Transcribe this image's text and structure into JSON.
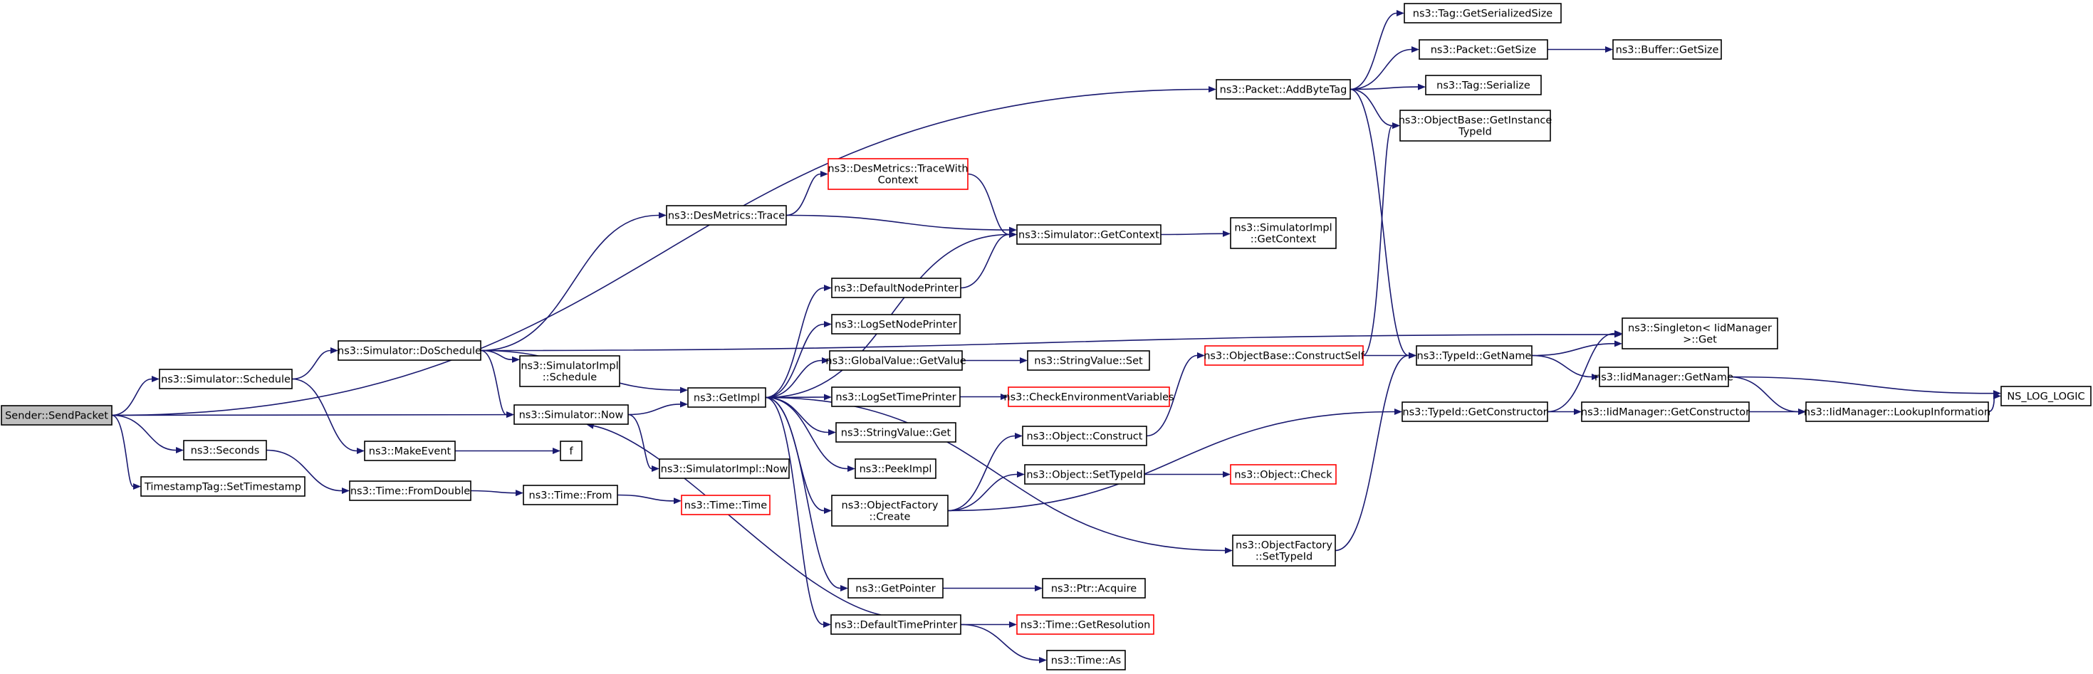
{
  "graph": {
    "nodes": [
      {
        "id": "send_packet",
        "lines": [
          "Sender::SendPacket"
        ],
        "style": "root"
      },
      {
        "id": "sim_schedule",
        "lines": [
          "ns3::Simulator::Schedule"
        ],
        "style": "normal"
      },
      {
        "id": "seconds",
        "lines": [
          "ns3::Seconds"
        ],
        "style": "normal"
      },
      {
        "id": "set_timestamp",
        "lines": [
          "TimestampTag::SetTimestamp"
        ],
        "style": "normal"
      },
      {
        "id": "do_schedule",
        "lines": [
          "ns3::Simulator::DoSchedule"
        ],
        "style": "normal"
      },
      {
        "id": "make_event",
        "lines": [
          "ns3::MakeEvent"
        ],
        "style": "normal"
      },
      {
        "id": "time_fromdouble",
        "lines": [
          "ns3::Time::FromDouble"
        ],
        "style": "normal"
      },
      {
        "id": "desmetrics_trace",
        "lines": [
          "ns3::DesMetrics::Trace"
        ],
        "style": "normal"
      },
      {
        "id": "simimpl_schedule",
        "lines": [
          "ns3::SimulatorImpl",
          "::Schedule"
        ],
        "style": "normal"
      },
      {
        "id": "sim_now",
        "lines": [
          "ns3::Simulator::Now"
        ],
        "style": "normal"
      },
      {
        "id": "f",
        "lines": [
          "f"
        ],
        "style": "normal"
      },
      {
        "id": "simimpl_now",
        "lines": [
          "ns3::SimulatorImpl::Now"
        ],
        "style": "normal"
      },
      {
        "id": "time_from",
        "lines": [
          "ns3::Time::From"
        ],
        "style": "normal"
      },
      {
        "id": "time_time",
        "lines": [
          "ns3::Time::Time"
        ],
        "style": "red"
      },
      {
        "id": "getimpl",
        "lines": [
          "ns3::GetImpl"
        ],
        "style": "normal"
      },
      {
        "id": "tracewithcontext",
        "lines": [
          "ns3::DesMetrics::TraceWith",
          "Context"
        ],
        "style": "red"
      },
      {
        "id": "sim_getcontext",
        "lines": [
          "ns3::Simulator::GetContext"
        ],
        "style": "normal"
      },
      {
        "id": "default_node_printer",
        "lines": [
          "ns3::DefaultNodePrinter"
        ],
        "style": "normal"
      },
      {
        "id": "log_set_node_printer",
        "lines": [
          "ns3::LogSetNodePrinter"
        ],
        "style": "normal"
      },
      {
        "id": "globalvalue_getvalue",
        "lines": [
          "ns3::GlobalValue::GetValue"
        ],
        "style": "normal"
      },
      {
        "id": "log_set_time_printer",
        "lines": [
          "ns3::LogSetTimePrinter"
        ],
        "style": "normal"
      },
      {
        "id": "stringvalue_get",
        "lines": [
          "ns3::StringValue::Get"
        ],
        "style": "normal"
      },
      {
        "id": "peekimpl",
        "lines": [
          "ns3::PeekImpl"
        ],
        "style": "normal"
      },
      {
        "id": "objfactory_create",
        "lines": [
          "ns3::ObjectFactory",
          "::Create"
        ],
        "style": "normal"
      },
      {
        "id": "getpointer",
        "lines": [
          "ns3::GetPointer"
        ],
        "style": "normal"
      },
      {
        "id": "default_time_printer",
        "lines": [
          "ns3::DefaultTimePrinter"
        ],
        "style": "normal"
      },
      {
        "id": "simimpl_getcontext",
        "lines": [
          "ns3::SimulatorImpl",
          "::GetContext"
        ],
        "style": "normal"
      },
      {
        "id": "stringvalue_set",
        "lines": [
          "ns3::StringValue::Set"
        ],
        "style": "normal"
      },
      {
        "id": "check_env_vars",
        "lines": [
          "ns3::CheckEnvironmentVariables"
        ],
        "style": "red"
      },
      {
        "id": "object_construct",
        "lines": [
          "ns3::Object::Construct"
        ],
        "style": "normal"
      },
      {
        "id": "object_settypeid",
        "lines": [
          "ns3::Object::SetTypeId"
        ],
        "style": "normal"
      },
      {
        "id": "object_check",
        "lines": [
          "ns3::Object::Check"
        ],
        "style": "red"
      },
      {
        "id": "objfactory_settypeid",
        "lines": [
          "ns3::ObjectFactory",
          "::SetTypeId"
        ],
        "style": "normal"
      },
      {
        "id": "ptr_acquire",
        "lines": [
          "ns3::Ptr::Acquire"
        ],
        "style": "normal"
      },
      {
        "id": "time_getresolution",
        "lines": [
          "ns3::Time::GetResolution"
        ],
        "style": "red"
      },
      {
        "id": "time_as",
        "lines": [
          "ns3::Time::As"
        ],
        "style": "normal"
      },
      {
        "id": "packet_addbytetag",
        "lines": [
          "ns3::Packet::AddByteTag"
        ],
        "style": "normal"
      },
      {
        "id": "tag_getserializedsize",
        "lines": [
          "ns3::Tag::GetSerializedSize"
        ],
        "style": "normal"
      },
      {
        "id": "packet_getsize",
        "lines": [
          "ns3::Packet::GetSize"
        ],
        "style": "normal"
      },
      {
        "id": "buffer_getsize",
        "lines": [
          "ns3::Buffer::GetSize"
        ],
        "style": "normal"
      },
      {
        "id": "tag_serialize",
        "lines": [
          "ns3::Tag::Serialize"
        ],
        "style": "normal"
      },
      {
        "id": "objbase_getinstancetypeid",
        "lines": [
          "ns3::ObjectBase::GetInstance",
          "TypeId"
        ],
        "style": "normal"
      },
      {
        "id": "objbase_constructself",
        "lines": [
          "ns3::ObjectBase::ConstructSelf"
        ],
        "style": "red"
      },
      {
        "id": "typeid_getname",
        "lines": [
          "ns3::TypeId::GetName"
        ],
        "style": "normal"
      },
      {
        "id": "typeid_getconstructor",
        "lines": [
          "ns3::TypeId::GetConstructor"
        ],
        "style": "normal"
      },
      {
        "id": "singleton_get",
        "lines": [
          "ns3::Singleton< IidManager",
          ">::Get"
        ],
        "style": "normal"
      },
      {
        "id": "iidmanager_getname",
        "lines": [
          "ns3::IidManager::GetName"
        ],
        "style": "normal"
      },
      {
        "id": "iidmanager_getconstructor",
        "lines": [
          "ns3::IidManager::GetConstructor"
        ],
        "style": "normal"
      },
      {
        "id": "iidmanager_lookupinformation",
        "lines": [
          "ns3::IidManager::LookupInformation"
        ],
        "style": "normal"
      },
      {
        "id": "ns_log_logic",
        "lines": [
          "NS_LOG_LOGIC"
        ],
        "style": "normal"
      }
    ],
    "edges": [
      [
        "send_packet",
        "sim_schedule"
      ],
      [
        "send_packet",
        "sim_now"
      ],
      [
        "send_packet",
        "seconds"
      ],
      [
        "send_packet",
        "set_timestamp"
      ],
      [
        "send_packet",
        "packet_addbytetag"
      ],
      [
        "sim_schedule",
        "do_schedule"
      ],
      [
        "sim_schedule",
        "make_event"
      ],
      [
        "seconds",
        "time_fromdouble"
      ],
      [
        "do_schedule",
        "desmetrics_trace"
      ],
      [
        "do_schedule",
        "simimpl_schedule"
      ],
      [
        "do_schedule",
        "sim_now"
      ],
      [
        "do_schedule",
        "getimpl"
      ],
      [
        "do_schedule",
        "singleton_get"
      ],
      [
        "make_event",
        "f"
      ],
      [
        "time_fromdouble",
        "time_from"
      ],
      [
        "time_from",
        "time_time"
      ],
      [
        "desmetrics_trace",
        "tracewithcontext"
      ],
      [
        "desmetrics_trace",
        "sim_getcontext"
      ],
      [
        "tracewithcontext",
        "sim_getcontext"
      ],
      [
        "sim_now",
        "getimpl"
      ],
      [
        "sim_now",
        "simimpl_now"
      ],
      [
        "getimpl",
        "sim_getcontext"
      ],
      [
        "getimpl",
        "default_node_printer"
      ],
      [
        "getimpl",
        "log_set_node_printer"
      ],
      [
        "getimpl",
        "globalvalue_getvalue"
      ],
      [
        "getimpl",
        "log_set_time_printer"
      ],
      [
        "getimpl",
        "stringvalue_get"
      ],
      [
        "getimpl",
        "peekimpl"
      ],
      [
        "getimpl",
        "objfactory_create"
      ],
      [
        "getimpl",
        "objfactory_settypeid"
      ],
      [
        "getimpl",
        "getpointer"
      ],
      [
        "getimpl",
        "default_time_printer"
      ],
      [
        "default_node_printer",
        "sim_getcontext"
      ],
      [
        "sim_getcontext",
        "simimpl_getcontext"
      ],
      [
        "globalvalue_getvalue",
        "stringvalue_set"
      ],
      [
        "log_set_time_printer",
        "check_env_vars"
      ],
      [
        "objfactory_create",
        "object_construct"
      ],
      [
        "objfactory_create",
        "object_settypeid"
      ],
      [
        "objfactory_create",
        "typeid_getconstructor"
      ],
      [
        "object_construct",
        "objbase_constructself"
      ],
      [
        "object_settypeid",
        "object_check"
      ],
      [
        "getpointer",
        "ptr_acquire"
      ],
      [
        "default_time_printer",
        "sim_now"
      ],
      [
        "default_time_printer",
        "time_getresolution"
      ],
      [
        "default_time_printer",
        "time_as"
      ],
      [
        "objfactory_settypeid",
        "typeid_getname"
      ],
      [
        "objbase_constructself",
        "objbase_getinstancetypeid"
      ],
      [
        "objbase_constructself",
        "typeid_getname"
      ],
      [
        "packet_addbytetag",
        "tag_getserializedsize"
      ],
      [
        "packet_addbytetag",
        "packet_getsize"
      ],
      [
        "packet_addbytetag",
        "tag_serialize"
      ],
      [
        "packet_addbytetag",
        "objbase_getinstancetypeid"
      ],
      [
        "packet_addbytetag",
        "typeid_getname"
      ],
      [
        "packet_getsize",
        "buffer_getsize"
      ],
      [
        "typeid_getname",
        "singleton_get"
      ],
      [
        "typeid_getname",
        "iidmanager_getname"
      ],
      [
        "typeid_getconstructor",
        "singleton_get"
      ],
      [
        "typeid_getconstructor",
        "iidmanager_getconstructor"
      ],
      [
        "iidmanager_getname",
        "iidmanager_lookupinformation"
      ],
      [
        "iidmanager_getname",
        "ns_log_logic"
      ],
      [
        "iidmanager_getconstructor",
        "iidmanager_lookupinformation"
      ],
      [
        "iidmanager_lookupinformation",
        "ns_log_logic"
      ]
    ]
  }
}
